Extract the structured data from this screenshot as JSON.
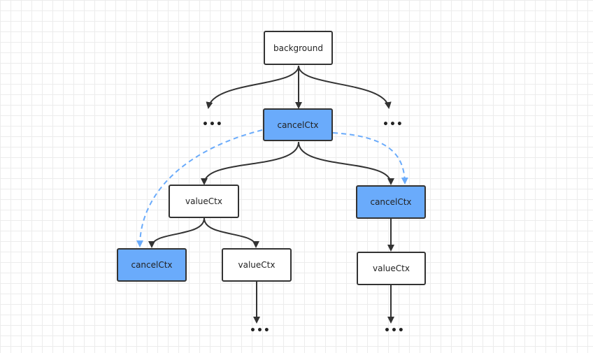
{
  "nodes": {
    "background": "background",
    "cancel_root": "cancelCtx",
    "value_left": "valueCtx",
    "cancel_right": "cancelCtx",
    "cancel_leaf": "cancelCtx",
    "value_mid": "valueCtx",
    "value_right": "valueCtx"
  },
  "ellipsis": "•••",
  "colors": {
    "cancel_fill": "#6aabfb",
    "border": "#333333",
    "arrow": "#333333",
    "propagation": "#6aabfb"
  }
}
